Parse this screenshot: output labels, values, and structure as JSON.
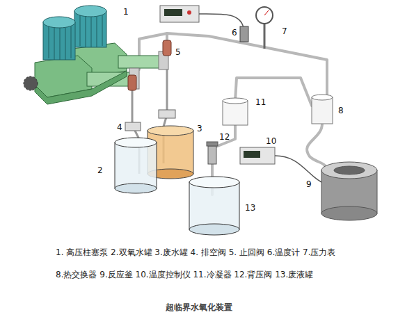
{
  "diagram": {
    "caption": "超临界水氧化装置",
    "labels": [
      "1",
      "6",
      "5",
      "7",
      "4",
      "3",
      "11",
      "8",
      "2",
      "10",
      "12",
      "9",
      "13",
      "1. 高压柱塞泵 2.双氧水罐 3.废水罐 4. 排空阀 5. 止回阀 6.温度计 7.压力表",
      "8.热交换器 9.反应釜 10.温度控制仪 11.冷凝器 12.背压阀 13.废液罐"
    ]
  }
}
